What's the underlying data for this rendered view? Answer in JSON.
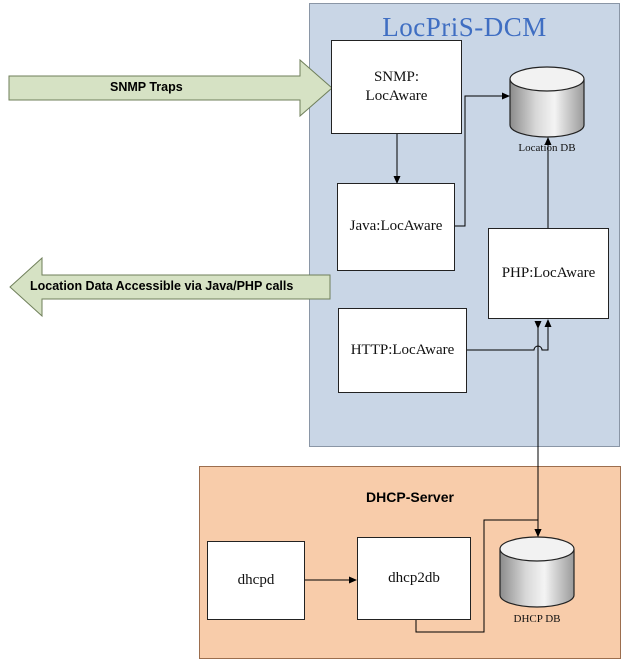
{
  "locpris": {
    "title": "LocPriS-DCM",
    "snmp_box": "SNMP:\nLocAware",
    "java_box": "Java:LocAware",
    "php_box": "PHP:LocAware",
    "http_box": "HTTP:LocAware",
    "location_db": "Location DB"
  },
  "dhcp": {
    "title": "DHCP-Server",
    "dhcpd_box": "dhcpd",
    "dhcp2db_box": "dhcp2db",
    "dhcp_db": "DHCP DB"
  },
  "arrows": {
    "snmp_traps": "SNMP Traps",
    "location_data": "Location Data Accessible via Java/PHP calls"
  },
  "colors": {
    "locpris_panel": "#c9d6e6",
    "locpris_title": "#3f6ec2",
    "dhcp_panel": "#f8ccaa",
    "big_arrow_fill": "#d6e2c4"
  }
}
